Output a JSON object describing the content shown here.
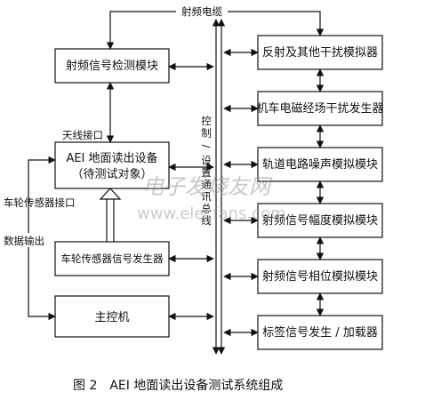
{
  "title": "图 2　AEI 地面读出设备测试系统组成",
  "left_boxes": {
    "rf_detect": "射频信号检测模块",
    "aei_line1": "AEI 地面读出设备",
    "aei_line2": "（待测试对象）",
    "wheel_gen": "车轮传感器信号发生器",
    "host": "主控机"
  },
  "right_boxes": [
    "反射及其他干扰模拟器",
    "机车电磁经场干扰发生器",
    "轨道电路噪声模拟模块",
    "射频信号幅度模拟模块",
    "射频信号相位模拟模块",
    "标签信号发生 / 加载器"
  ],
  "labels": {
    "rf_cable": "射频电缆",
    "antenna_port": "天线接口",
    "wheel_port": "车轮传感器接口",
    "data_output": "数据输出",
    "bus_vertical": "控制 / 设置通讯总线"
  },
  "watermark": {
    "cn": "电子发烧友网",
    "url": "www.elecfans.com"
  }
}
